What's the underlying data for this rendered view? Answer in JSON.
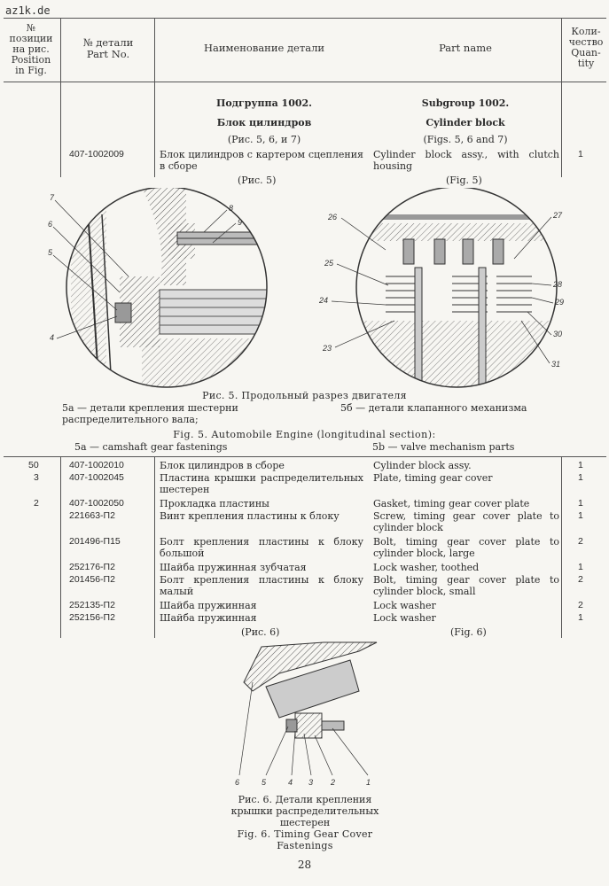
{
  "watermark": "az1k.de",
  "header": {
    "position": [
      "№",
      "позиции",
      "на рис.",
      "Position",
      "in Fig."
    ],
    "partno": [
      "№ детали",
      "Part No."
    ],
    "name_ru": "Наименование детали",
    "name_en": "Part name",
    "qty": [
      "Коли-",
      "чество",
      "Quan-",
      "tity"
    ]
  },
  "subgroup": {
    "ru_title": "Подгруппа 1002.",
    "en_title": "Subgroup 1002.",
    "ru_name": "Блок цилиндров",
    "en_name": "Cylinder block",
    "ru_figs": "(Рис. 5, 6, и 7)",
    "en_figs": "(Figs. 5, 6 and 7)"
  },
  "row1": {
    "partno": "407-1002009",
    "ru": "Блок цилиндров с картером сцепления в сборе",
    "en": "Cylinder block assy., with clutch housing",
    "qty": "1",
    "ru_ref": "(Рис. 5)",
    "en_ref": "(Fig. 5)"
  },
  "fig5": {
    "left_labels": [
      "7",
      "6",
      "5",
      "4",
      "8",
      "9"
    ],
    "right_labels": [
      "26",
      "25",
      "24",
      "23",
      "27",
      "28",
      "29",
      "30",
      "31"
    ],
    "caption_ru": "Рис. 5. Продольный разрез двигателя",
    "sub_a_ru": "5а — детали крепления шестерни распределительного вала;",
    "sub_b_ru": "5б — детали клапанного механизма",
    "caption_en": "Fig. 5. Automobile Engine (longitudinal section):",
    "sub_a_en": "5a — camshaft gear fastenings",
    "sub_b_en": "5b — valve mechanism parts"
  },
  "rows": [
    {
      "pos": "50",
      "partno": "407-1002010",
      "ru": "Блок цилиндров в сборе",
      "en": "Cylinder block assy.",
      "qty": "1"
    },
    {
      "pos": "3",
      "partno": "407-1002045",
      "ru": "Пластина крышки распределительных шестерен",
      "en": "Plate, timing gear cover",
      "qty": "1"
    },
    {
      "pos": "2",
      "partno": "407-1002050",
      "ru": "Прокладка пластины",
      "en": "Gasket, timing gear cover plate",
      "qty": "1"
    },
    {
      "pos": "",
      "partno": "221663-П2",
      "ru": "Винт крепления пластины к блоку",
      "en": "Screw, timing gear cover plate to cylinder block",
      "qty": "1"
    },
    {
      "pos": "",
      "partno": "201496-П15",
      "ru": "Болт крепления пластины к блоку большой",
      "en": "Bolt, timing gear cover plate to cylinder block, large",
      "qty": "2"
    },
    {
      "pos": "",
      "partno": "252176-П2",
      "ru": "Шайба пружинная зубчатая",
      "en": "Lock washer, toothed",
      "qty": "1"
    },
    {
      "pos": "",
      "partno": "201456-П2",
      "ru": "Болт крепления пластины к блоку малый",
      "en": "Bolt, timing gear cover plate to cylinder block, small",
      "qty": "2"
    },
    {
      "pos": "",
      "partno": "252135-П2",
      "ru": "Шайба пружинная",
      "en": "Lock washer",
      "qty": "2"
    },
    {
      "pos": "",
      "partno": "252156-П2",
      "ru": "Шайба пружинная",
      "en": "Lock washer",
      "qty": "1"
    }
  ],
  "refs6": {
    "ru": "(Рис. 6)",
    "en": "(Fig. 6)"
  },
  "fig6": {
    "labels": [
      "6",
      "5",
      "4",
      "3",
      "2",
      "1"
    ],
    "caption_ru_1": "Рис. 6. Детали крепления",
    "caption_ru_2": "крышки распределительных",
    "caption_ru_3": "шестерен",
    "caption_en_1": "Fig. 6. Timing Gear Cover",
    "caption_en_2": "Fastenings"
  },
  "page_number": "28"
}
